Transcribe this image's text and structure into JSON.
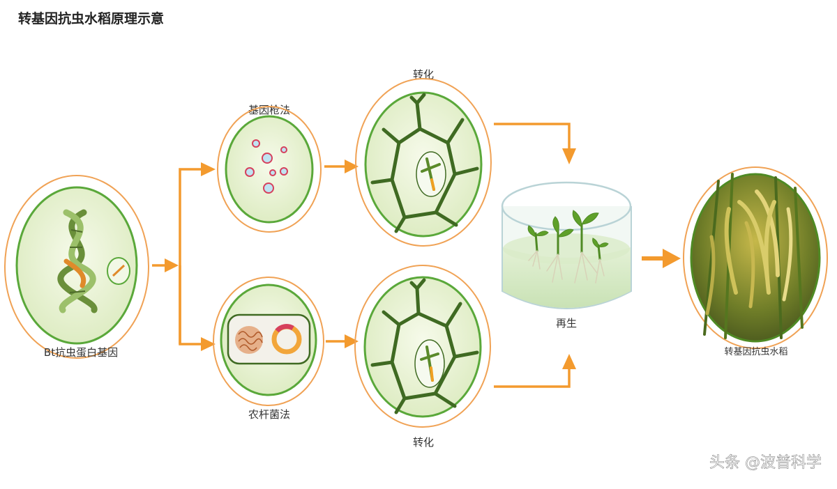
{
  "title": "转基因抗虫水稻原理示意",
  "labels": {
    "bt_gene": "Bt抗虫蛋白基因",
    "gene_gun": "基因枪法",
    "agrobacterium": "农杆菌法",
    "transform_top": "转化",
    "transform_bottom": "转化",
    "regenerate": "再生",
    "result": "转基因抗虫水稻"
  },
  "watermark": "头条 @波普科学",
  "colors": {
    "arrow": "#f39a2e",
    "cell_ring": "#f0a255",
    "cell_membrane": "#5aa83a",
    "cell_fill": "#edf5dc",
    "cell_wall": "#3f6a22"
  }
}
